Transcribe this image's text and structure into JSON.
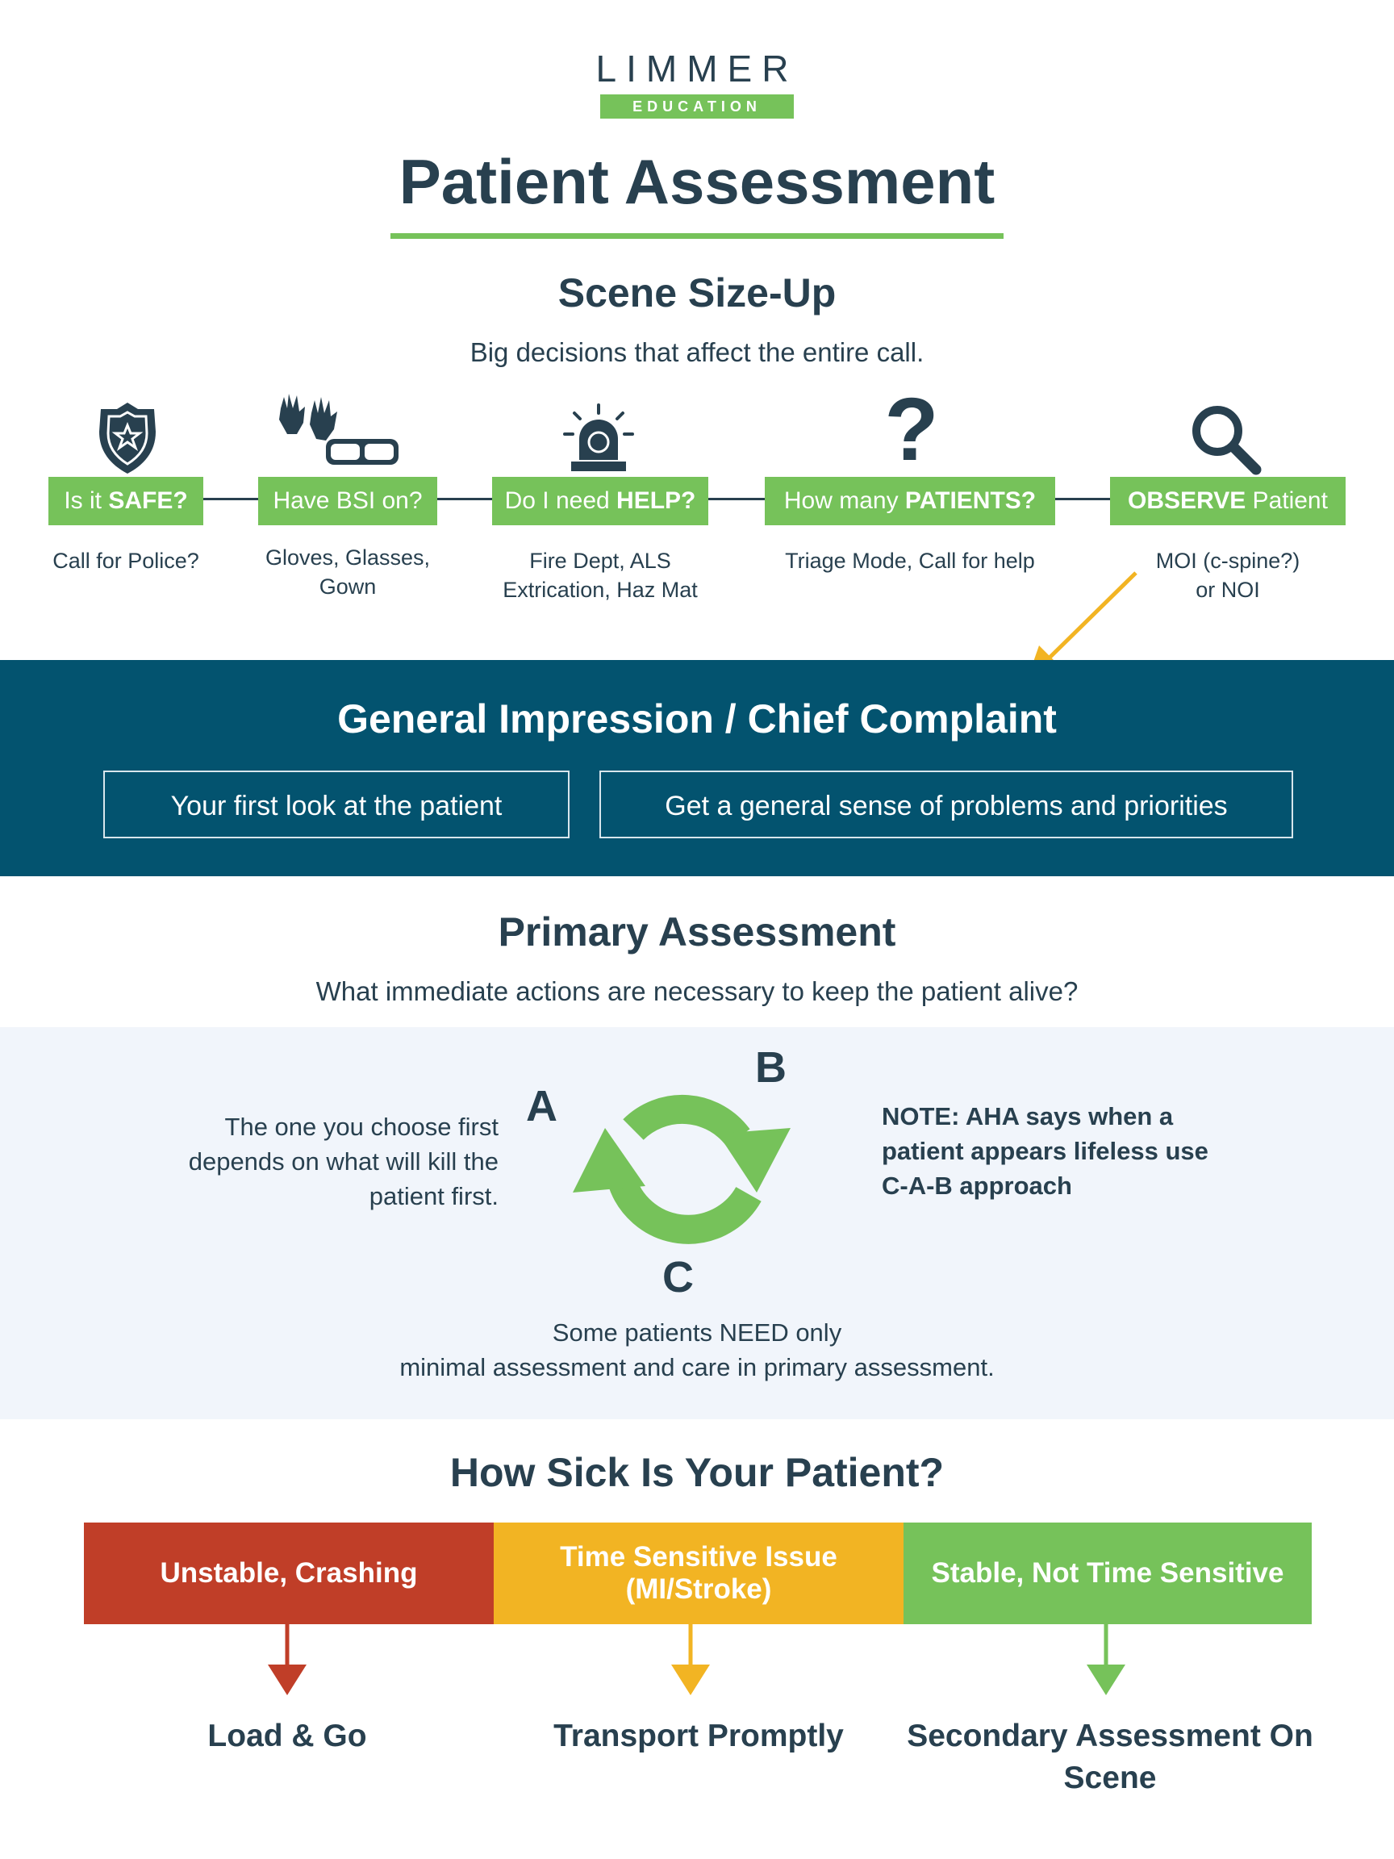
{
  "logo": {
    "word": "LIMMER",
    "tag": "EDUCATION"
  },
  "title": "Patient Assessment",
  "scene": {
    "title": "Scene Size-Up",
    "subtitle": "Big decisions that affect the entire call.",
    "steps": [
      {
        "pre": "Is it ",
        "strong": "SAFE?",
        "post": "",
        "note": "Call for Police?",
        "icon": "police-badge-icon"
      },
      {
        "pre": "Have BSI on?",
        "strong": "",
        "post": "",
        "note": "Gloves, Glasses,\nGown",
        "icon": "gloves-goggles-icon"
      },
      {
        "pre": "Do I need ",
        "strong": "HELP?",
        "post": "",
        "note": "Fire Dept, ALS\nExtrication, Haz Mat",
        "icon": "siren-icon"
      },
      {
        "pre": "How many ",
        "strong": "PATIENTS?",
        "post": "",
        "note": "Triage Mode, Call for help",
        "icon": "question-mark-icon"
      },
      {
        "pre": "",
        "strong": "OBSERVE",
        "post": " Patient",
        "note": "MOI (c-spine?)\nor NOI",
        "icon": "magnifier-icon"
      }
    ]
  },
  "impression": {
    "title": "General Impression / Chief Complaint",
    "boxes": [
      "Your first look at the patient",
      "Get a general sense of problems and priorities"
    ]
  },
  "primary": {
    "title": "Primary Assessment",
    "subtitle": "What immediate actions are necessary to keep the patient alive?",
    "left_note": "The one you choose first depends on what will kill the patient first.",
    "right_note": "NOTE: AHA says when a patient appears lifeless use C-A-B approach",
    "letters": {
      "a": "A",
      "b": "B",
      "c": "C"
    },
    "bottom_line1": "Some patients NEED only",
    "bottom_line2": "minimal assessment and care in primary assessment."
  },
  "sick": {
    "title": "How Sick Is Your Patient?",
    "levels": [
      {
        "label": "Unstable, Crashing",
        "outcome": "Load & Go",
        "color": "#c03e28"
      },
      {
        "label": "Time Sensitive Issue (MI/Stroke)",
        "outcome": "Transport Promptly",
        "color": "#f2b423"
      },
      {
        "label": "Stable, Not Time Sensitive",
        "outcome": "Secondary Assessment On Scene",
        "color": "#76c25a"
      }
    ]
  },
  "colors": {
    "navy": "#28404f",
    "green": "#76c25a",
    "teal": "#03536f",
    "arrow_yellow": "#f2b423",
    "band": "#f1f5fb"
  }
}
